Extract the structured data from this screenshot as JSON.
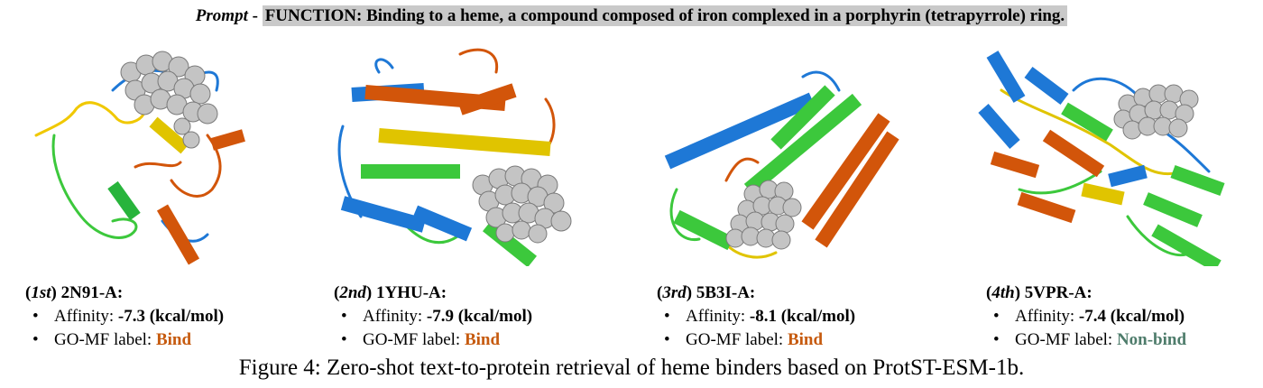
{
  "prompt": {
    "label": "Prompt",
    "separator": " - ",
    "text": "FUNCTION: Binding to a heme, a compound composed of iron complexed in a porphyrin (tetrapyrrole) ring."
  },
  "colors": {
    "bind": "#c65a0e",
    "non_bind": "#4e7c6b",
    "helix_orange": "#d2550a",
    "helix_yellow": "#e0c400",
    "helix_green": "#28c428",
    "helix_blue": "#1e78d6",
    "heme_sphere": "#bfbfbf",
    "prompt_highlight": "#c9c9c9"
  },
  "results": [
    {
      "rank": "1st",
      "id": "2N91-A:",
      "affinity_label": "Affinity:",
      "affinity_value": "-7.3 (kcal/mol)",
      "go_label": "GO-MF label:",
      "go_value": "Bind",
      "image": "protein-structure-2N91-A"
    },
    {
      "rank": "2nd",
      "id": "1YHU-A:",
      "affinity_label": "Affinity:",
      "affinity_value": "-7.9 (kcal/mol)",
      "go_label": "GO-MF label:",
      "go_value": "Bind",
      "image": "protein-structure-1YHU-A"
    },
    {
      "rank": "3rd",
      "id": "5B3I-A:",
      "affinity_label": "Affinity:",
      "affinity_value": "-8.1 (kcal/mol)",
      "go_label": "GO-MF label:",
      "go_value": "Bind",
      "image": "protein-structure-5B3I-A"
    },
    {
      "rank": "4th",
      "id": "5VPR-A:",
      "affinity_label": "Affinity:",
      "affinity_value": "-7.4 (kcal/mol)",
      "go_label": "GO-MF label:",
      "go_value": "Non-bind",
      "image": "protein-structure-5VPR-A"
    }
  ],
  "caption": "Figure 4: Zero-shot text-to-protein retrieval of heme binders based on ProtST-ESM-1b."
}
